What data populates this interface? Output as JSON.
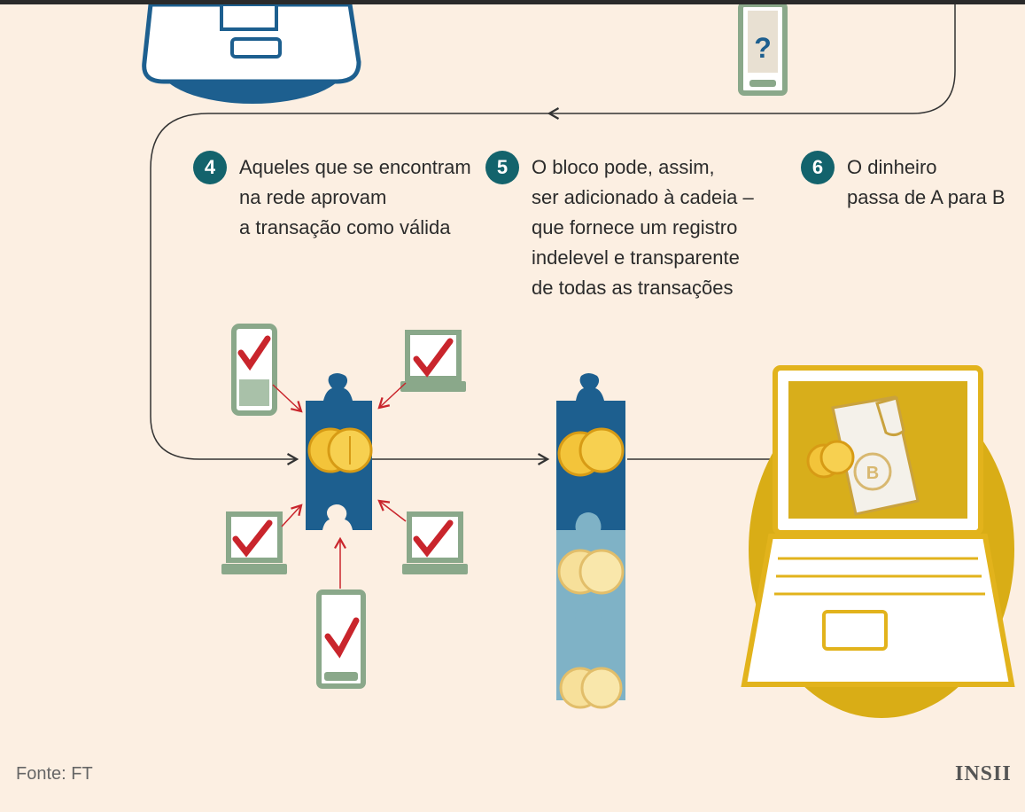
{
  "steps": [
    {
      "number": "4",
      "text": "Aqueles que se encontram\nna rede aprovam\na transação como válida"
    },
    {
      "number": "5",
      "text": "O bloco pode, assim,\nser adicionado à cadeia –\nque fornece um registro\nindelevel e transparente\nde todas as transações"
    },
    {
      "number": "6",
      "text": "O dinheiro\npassa de A para B"
    }
  ],
  "question_mark": "?",
  "coin_label": "B",
  "source": "Fonte: FT",
  "brand": "INSII",
  "colors": {
    "background": "#fcefe2",
    "teal": "#13636c",
    "blue": "#1d5f8f",
    "light_blue": "#7fb2c6",
    "gold": "#e2b31c",
    "device_green": "#8aa88a",
    "check_red": "#c9252c",
    "coin": "#f3c43a"
  }
}
